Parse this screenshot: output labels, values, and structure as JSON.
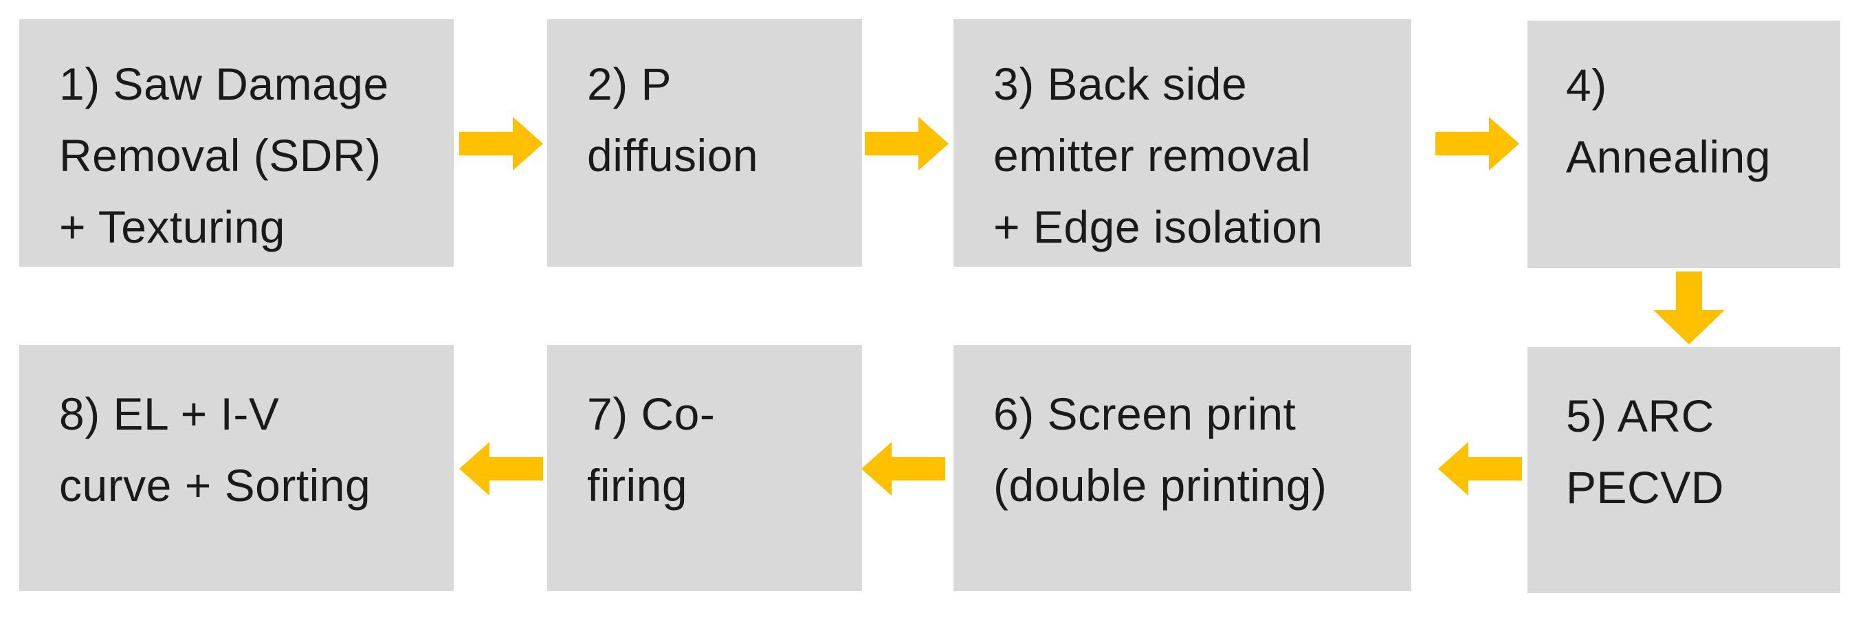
{
  "steps": [
    {
      "lines": [
        "1) Saw Damage",
        "Removal (SDR)",
        "+ Texturing"
      ]
    },
    {
      "lines": [
        "2) P",
        "diffusion"
      ]
    },
    {
      "lines": [
        "3) Back side",
        "emitter removal",
        "+ Edge isolation"
      ]
    },
    {
      "lines": [
        "4)",
        "Annealing"
      ]
    },
    {
      "lines": [
        "5) ARC",
        "PECVD"
      ]
    },
    {
      "lines": [
        "6) Screen print",
        "(double printing)"
      ]
    },
    {
      "lines": [
        "7) Co-",
        "firing"
      ]
    },
    {
      "lines": [
        "8) EL + I-V",
        "curve + Sorting"
      ]
    }
  ],
  "colors": {
    "box_fill": "#d9d9d9",
    "arrow": "#ffc000",
    "text": "#1a1a1a"
  }
}
